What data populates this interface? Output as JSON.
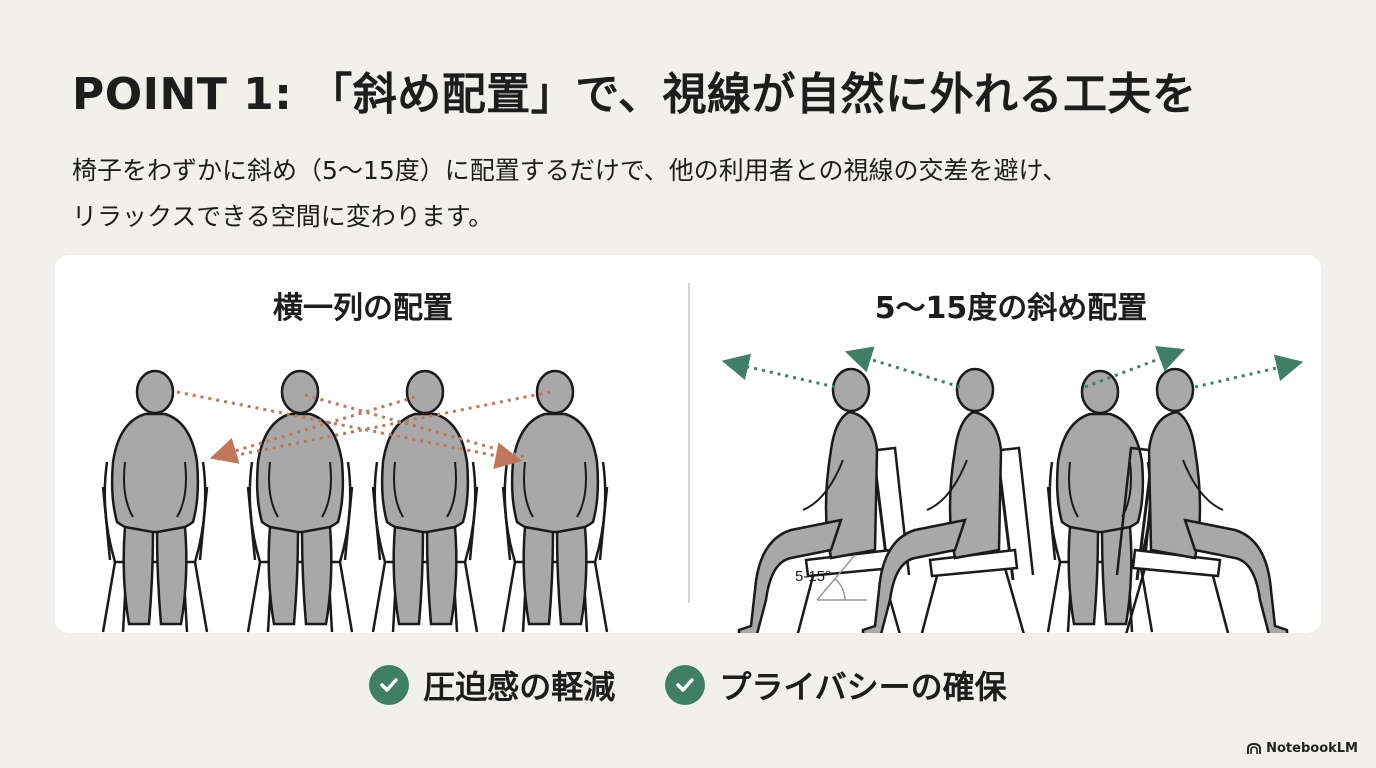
{
  "title": "POINT 1: 「斜め配置」で、視線が自然に外れる工夫を",
  "lead": {
    "line1": "椅子をわずかに斜め（5〜15度）に配置するだけで、他の利用者との視線の交差を避け、",
    "line2": "リラックスできる空間に変わります。"
  },
  "panels": {
    "left_title": "横一列の配置",
    "right_title": "5〜15度の斜め配置",
    "angle_label": "5-15°"
  },
  "benefits": [
    {
      "label": "圧迫感の軽減",
      "icon": "check-icon"
    },
    {
      "label": "プライバシーの確保",
      "icon": "check-icon"
    }
  ],
  "brand": {
    "label": "NotebookLM"
  },
  "colors": {
    "background": "#f1f0ec",
    "card": "#ffffff",
    "figure": "#a8a8a8",
    "outline": "#1a1a1a",
    "crossed_gaze": "#c0765a",
    "averted_gaze": "#3f7f68",
    "check_badge": "#3f7f68"
  }
}
